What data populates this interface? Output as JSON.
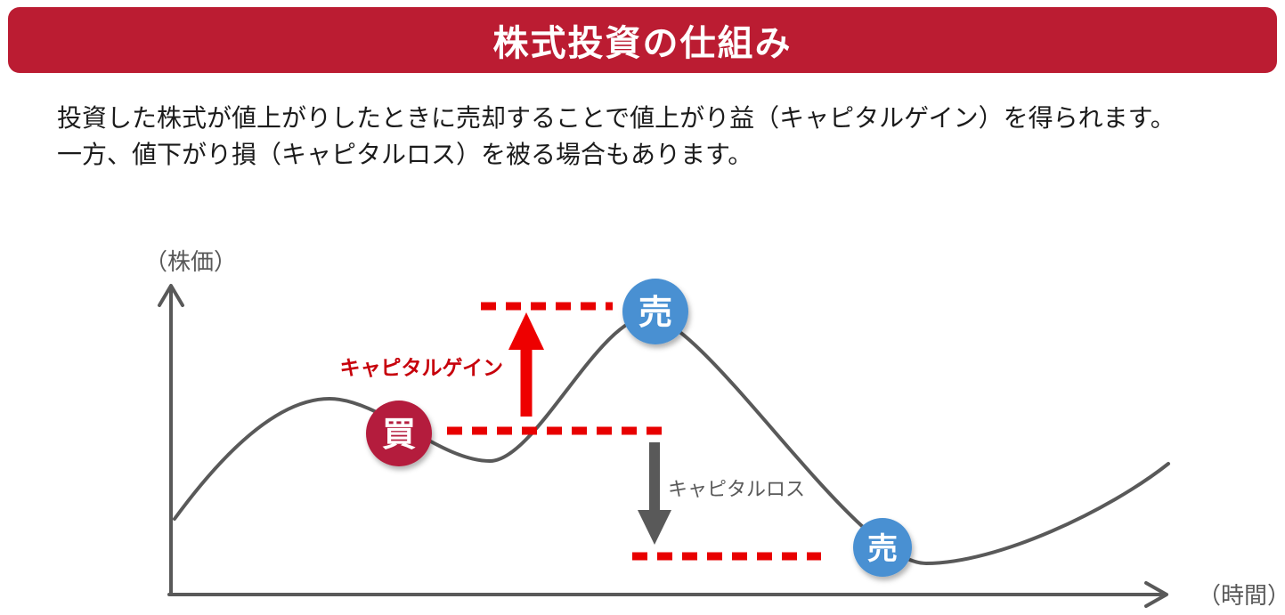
{
  "banner": {
    "title": "株式投資の仕組み",
    "background": "#BB1C32"
  },
  "description": {
    "line1": "投資した株式が値上がりしたときに売却することで値上がり益（キャピタルゲイン）を得られます。",
    "line2": "一方、値下がり損（キャピタルロス）を被る場合もあります。"
  },
  "chart": {
    "y_axis_label": "（株価）",
    "x_axis_label": "（時間）",
    "capital_gain_label": "キャピタルゲイン",
    "capital_loss_label": "キャピタルロス",
    "buy_marker": {
      "label": "買",
      "color": "#B41E3C"
    },
    "sell_marker_peak": {
      "label": "売",
      "color": "#4A90D2"
    },
    "sell_marker_trough": {
      "label": "売",
      "color": "#4A90D2"
    },
    "colors": {
      "axis": "#595959",
      "curve": "#595959",
      "dashed_line": "#E80000",
      "gain_arrow": "#EE0000",
      "gain_text": "#C7000B",
      "loss_arrow": "#595959",
      "loss_text": "#595959"
    }
  }
}
